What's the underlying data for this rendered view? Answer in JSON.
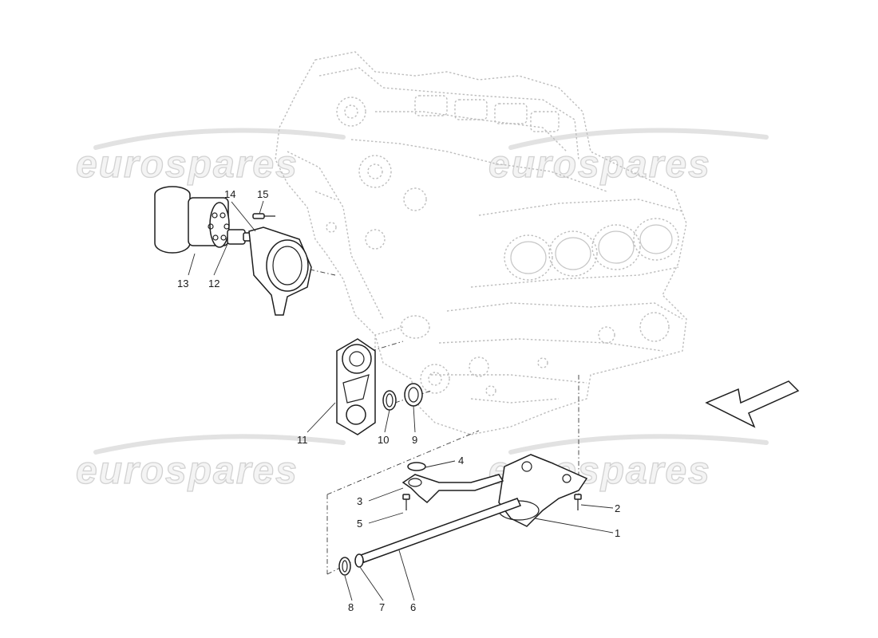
{
  "watermark": {
    "text": "eurospares",
    "color": "#d2d2d2"
  },
  "callouts": [
    "1",
    "2",
    "3",
    "4",
    "5",
    "6",
    "7",
    "8",
    "9",
    "10",
    "11",
    "12",
    "13",
    "14",
    "15"
  ],
  "icons": {
    "direction_arrow": "arrow-down-left-icon"
  },
  "colors": {
    "line": "#1e1e1e",
    "engine_ghost": "#bdbdbd",
    "background": "#ffffff"
  }
}
